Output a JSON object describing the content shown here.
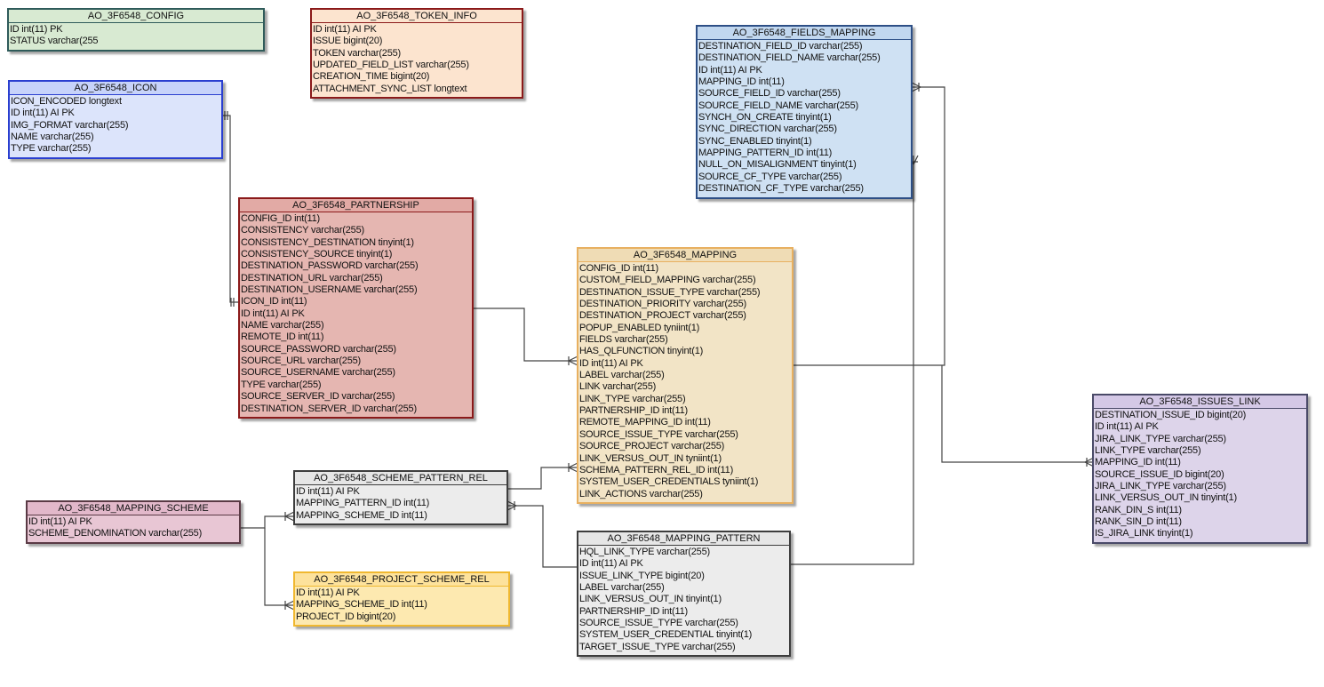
{
  "tables": [
    {
      "id": "config",
      "name": "AO_3F6548_CONFIG",
      "colors": {
        "bg": "#d8ead2",
        "border": "#2f5b5a",
        "title_bg": "#d8ead2"
      },
      "columns": [
        [
          "ID",
          "int(11) PK"
        ],
        [
          "STATUS",
          "varchar(255"
        ]
      ]
    },
    {
      "id": "token_info",
      "name": "AO_3F6548_TOKEN_INFO",
      "colors": {
        "bg": "#fce4cf",
        "border": "#8b1a1a",
        "title_bg": "#fce4cf"
      },
      "columns": [
        [
          "ID",
          "int(11) AI PK"
        ],
        [
          "ISSUE",
          "bigint(20)"
        ],
        [
          "TOKEN",
          "varchar(255)"
        ],
        [
          "UPDATED_FIELD_LIST",
          "varchar(255)"
        ],
        [
          "CREATION_TIME",
          "bigint(20)"
        ],
        [
          "ATTACHMENT_SYNC_LIST",
          "longtext"
        ]
      ]
    },
    {
      "id": "icon",
      "name": "AO_3F6548_ICON",
      "colors": {
        "bg": "#dce4fb",
        "border": "#2a3fd0",
        "title_bg": "#c7d3fa"
      },
      "columns": [
        [
          "ICON_ENCODED",
          "longtext"
        ],
        [
          "ID",
          "int(11) AI PK"
        ],
        [
          "IMG_FORMAT",
          "varchar(255)"
        ],
        [
          "NAME",
          "varchar(255)"
        ],
        [
          "TYPE",
          "varchar(255)"
        ]
      ]
    },
    {
      "id": "fields_mapping",
      "name": "AO_3F6548_FIELDS_MAPPING",
      "colors": {
        "bg": "#cfe1f3",
        "border": "#2d4f86",
        "title_bg": "#c1d7ef"
      },
      "columns": [
        [
          "DESTINATION_FIELD_ID",
          "varchar(255)"
        ],
        [
          "DESTINATION_FIELD_NAME",
          "varchar(255)"
        ],
        [
          "ID",
          "int(11) AI PK"
        ],
        [
          "MAPPING_ID",
          "int(11)"
        ],
        [
          "SOURCE_FIELD_ID",
          "varchar(255)"
        ],
        [
          "SOURCE_FIELD_NAME",
          "varchar(255)"
        ],
        [
          "SYNCH_ON_CREATE",
          "tinyint(1)"
        ],
        [
          "SYNC_DIRECTION",
          "varchar(255)"
        ],
        [
          "SYNC_ENABLED",
          "tinyint(1)"
        ],
        [
          "MAPPING_PATTERN_ID",
          "int(11)"
        ],
        [
          "NULL_ON_MISALIGNMENT",
          "tinyint(1)"
        ],
        [
          "SOURCE_CF_TYPE",
          "varchar(255)"
        ],
        [
          "DESTINATION_CF_TYPE",
          "varchar(255)"
        ]
      ]
    },
    {
      "id": "partnership",
      "name": "AO_3F6548_PARTNERSHIP",
      "colors": {
        "bg": "#e5b6b1",
        "border": "#8b1a1a",
        "title_bg": "#e2aaa5"
      },
      "columns": [
        [
          "CONFIG_ID",
          "int(11)"
        ],
        [
          "CONSISTENCY",
          "varchar(255)"
        ],
        [
          "CONSISTENCY_DESTINATION",
          "tinyint(1)"
        ],
        [
          "CONSISTENCY_SOURCE",
          "tinyint(1)"
        ],
        [
          "DESTINATION_PASSWORD",
          "varchar(255)"
        ],
        [
          "DESTINATION_URL",
          "varchar(255)"
        ],
        [
          "DESTINATION_USERNAME",
          "varchar(255)"
        ],
        [
          "ICON_ID",
          "int(11)"
        ],
        [
          "ID",
          "int(11) AI PK"
        ],
        [
          "NAME",
          "varchar(255)"
        ],
        [
          "REMOTE_ID",
          "int(11)"
        ],
        [
          "SOURCE_PASSWORD",
          "varchar(255)"
        ],
        [
          "SOURCE_URL",
          "varchar(255)"
        ],
        [
          "SOURCE_USERNAME",
          "varchar(255)"
        ],
        [
          "TYPE",
          "varchar(255)"
        ],
        [
          "SOURCE_SERVER_ID",
          "varchar(255)"
        ],
        [
          "DESTINATION_SERVER_ID",
          "varchar(255)"
        ]
      ]
    },
    {
      "id": "mapping",
      "name": "AO_3F6548_MAPPING",
      "colors": {
        "bg": "#f2e4c6",
        "border": "#e8b060",
        "title_bg": "#efdcb5"
      },
      "columns": [
        [
          "CONFIG_ID",
          "int(11)"
        ],
        [
          "CUSTOM_FIELD_MAPPING",
          "varchar(255)"
        ],
        [
          "DESTINATION_ISSUE_TYPE",
          "varchar(255)"
        ],
        [
          "DESTINATION_PRIORITY",
          "varchar(255)"
        ],
        [
          "DESTINATION_PROJECT",
          "varchar(255)"
        ],
        [
          "POPUP_ENABLED",
          "tyniint(1)"
        ],
        [
          "FIELDS",
          "varchar(255)"
        ],
        [
          "HAS_QLFUNCTION",
          "tinyint(1)"
        ],
        [
          "ID",
          "int(11) AI PK"
        ],
        [
          "LABEL",
          "varchar(255)"
        ],
        [
          "LINK",
          "varchar(255)"
        ],
        [
          "LINK_TYPE",
          "varchar(255)"
        ],
        [
          "PARTNERSHIP_ID",
          "int(11)"
        ],
        [
          "REMOTE_MAPPING_ID",
          "int(11)"
        ],
        [
          "SOURCE_ISSUE_TYPE",
          "varchar(255)"
        ],
        [
          "SOURCE_PROJECT",
          "varchar(255)"
        ],
        [
          "LINK_VERSUS_OUT_IN",
          "tyniint(1)"
        ],
        [
          "SCHEMA_PATTERN_REL_ID",
          "int(11)"
        ],
        [
          "SYSTEM_USER_CREDENTIALS",
          "tyniint(1)"
        ],
        [
          "LINK_ACTIONS",
          "varchar(255)"
        ]
      ]
    },
    {
      "id": "issues_link",
      "name": "AO_3F6548_ISSUES_LINK",
      "colors": {
        "bg": "#ddd4ea",
        "border": "#4a4a68",
        "title_bg": "#d4c8e6"
      },
      "columns": [
        [
          "DESTINATION_ISSUE_ID",
          "bigint(20)"
        ],
        [
          "ID",
          "int(11) AI PK"
        ],
        [
          "JIRA_LINK_TYPE",
          "varchar(255)"
        ],
        [
          "LINK_TYPE",
          "varchar(255)"
        ],
        [
          "MAPPING_ID",
          "int(11)"
        ],
        [
          "SOURCE_ISSUE_ID",
          "bigint(20)"
        ],
        [
          "JIRA_LINK_TYPE",
          "varchar(255)"
        ],
        [
          "LINK_VERSUS_OUT_IN",
          "tinyint(1)"
        ],
        [
          "RANK_DIN_S",
          "int(11)"
        ],
        [
          "RANK_SIN_D",
          "int(11)"
        ],
        [
          "IS_JIRA_LINK",
          "tinyint(1)"
        ]
      ]
    },
    {
      "id": "scheme_pattern_rel",
      "name": "AO_3F6548_SCHEME_PATTERN_REL",
      "colors": {
        "bg": "#ececec",
        "border": "#3d3d3d",
        "title_bg": "#e6e6e6"
      },
      "columns": [
        [
          "ID",
          "int(11) AI PK"
        ],
        [
          "MAPPING_PATTERN_ID",
          "int(11)"
        ],
        [
          "MAPPING_SCHEME_ID",
          "int(11)"
        ]
      ]
    },
    {
      "id": "mapping_scheme",
      "name": "AO_3F6548_MAPPING_SCHEME",
      "colors": {
        "bg": "#e8c6d4",
        "border": "#5a3a45",
        "title_bg": "#e2b8ca"
      },
      "columns": [
        [
          "ID",
          "int(11) AI PK"
        ],
        [
          "SCHEME_DENOMINATION",
          "varchar(255)"
        ]
      ]
    },
    {
      "id": "project_scheme_rel",
      "name": "AO_3F6548_PROJECT_SCHEME_REL",
      "colors": {
        "bg": "#fde9b0",
        "border": "#f0b830",
        "title_bg": "#fde29c"
      },
      "columns": [
        [
          "ID",
          "int(11) AI PK"
        ],
        [
          "MAPPING_SCHEME_ID",
          "int(11)"
        ],
        [
          "PROJECT_ID",
          "bigint(20)"
        ]
      ]
    },
    {
      "id": "mapping_pattern",
      "name": "AO_3F6548_MAPPING_PATTERN",
      "colors": {
        "bg": "#ececec",
        "border": "#3d3d3d",
        "title_bg": "#e6e6e6"
      },
      "columns": [
        [
          "HQL_LINK_TYPE",
          "varchar(255)"
        ],
        [
          "ID",
          "int(11) AI PK"
        ],
        [
          "ISSUE_LINK_TYPE",
          "bigint(20)"
        ],
        [
          "LABEL",
          "varchar(255)"
        ],
        [
          "LINK_VERSUS_OUT_IN",
          "tinyint(1)"
        ],
        [
          "PARTNERSHIP_ID",
          "int(11)"
        ],
        [
          "SOURCE_ISSUE_TYPE",
          "varchar(255)"
        ],
        [
          "SYSTEM_USER_CREDENTIAL",
          "tinyint(1)"
        ],
        [
          "TARGET_ISSUE_TYPE",
          "varchar(255)"
        ]
      ]
    }
  ]
}
